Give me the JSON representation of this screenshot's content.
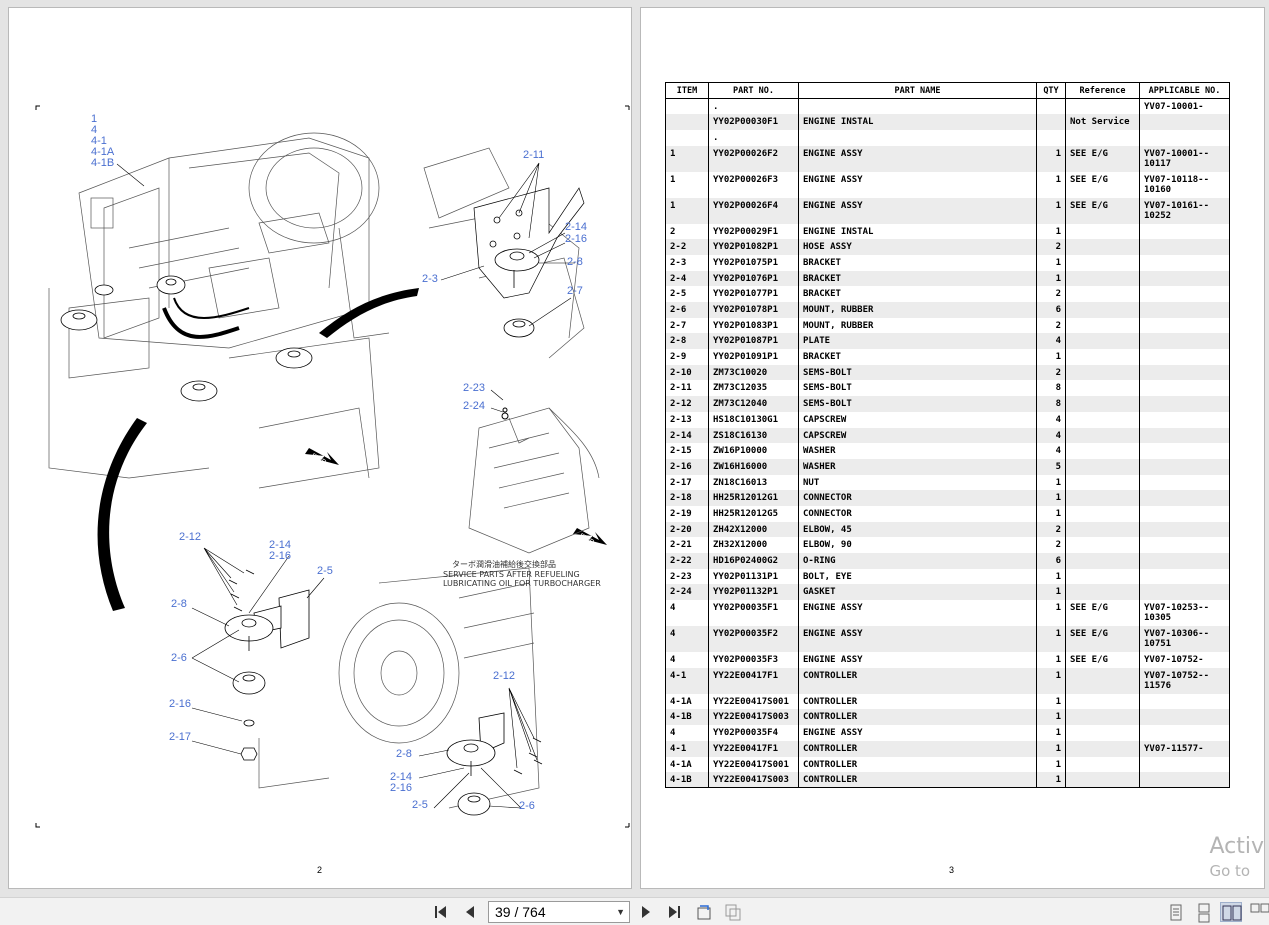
{
  "left_page": {
    "page_number": "2",
    "labels": {
      "top_group": [
        "1",
        "4",
        "4-1",
        "4-1A",
        "4-1B"
      ],
      "l_2_11": "2-11",
      "l_2_14a": "2-14",
      "l_2_16a": "2-16",
      "l_2_8a": "2-8",
      "l_2_3": "2-3",
      "l_2_7": "2-7",
      "l_2_23": "2-23",
      "l_2_24": "2-24",
      "l_2_12a": "2-12",
      "l_2_14b": "2-14",
      "l_2_16b": "2-16",
      "l_2_5a": "2-5",
      "l_2_8b": "2-8",
      "l_2_6a": "2-6",
      "l_2_16c": "2-16",
      "l_2_17": "2-17",
      "l_2_12b": "2-12",
      "l_2_8c": "2-8",
      "l_2_14c": "2-14",
      "l_2_16d": "2-16",
      "l_2_5b": "2-5",
      "l_2_6b": "2-6",
      "fwd": "FWD"
    },
    "note_jp": "ターボ潤滑油補給後交換部品",
    "note_en1": "SERVICE PARTS AFTER  REFUELING",
    "note_en2": "LUBRICATING OIL FOR TURBOCHARGER"
  },
  "right_page": {
    "page_number": "3",
    "headers": [
      "ITEM",
      "PART NO.",
      "PART NAME",
      "QTY",
      "Reference",
      "APPLICABLE NO."
    ],
    "rows": [
      [
        "",
        ".",
        "",
        "",
        "",
        "YV07-10001-"
      ],
      [
        "",
        "YY02P00030F1",
        "ENGINE INSTAL",
        "",
        "Not Service",
        ""
      ],
      [
        "",
        ".",
        "",
        "",
        "",
        ""
      ],
      [
        "1",
        "YY02P00026F2",
        "ENGINE ASSY",
        "1",
        "SEE E/G",
        "YV07-10001--\n10117"
      ],
      [
        "1",
        "YY02P00026F3",
        "ENGINE ASSY",
        "1",
        "SEE E/G",
        "YV07-10118--\n10160"
      ],
      [
        "1",
        "YY02P00026F4",
        "ENGINE ASSY",
        "1",
        "SEE E/G",
        "YV07-10161--\n10252"
      ],
      [
        "2",
        "YY02P00029F1",
        "ENGINE INSTAL",
        "1",
        "",
        ""
      ],
      [
        "2-2",
        "YY02P01082P1",
        "HOSE ASSY",
        "2",
        "",
        ""
      ],
      [
        "2-3",
        "YY02P01075P1",
        "BRACKET",
        "1",
        "",
        ""
      ],
      [
        "2-4",
        "YY02P01076P1",
        "BRACKET",
        "1",
        "",
        ""
      ],
      [
        "2-5",
        "YY02P01077P1",
        "BRACKET",
        "2",
        "",
        ""
      ],
      [
        "2-6",
        "YY02P01078P1",
        "MOUNT, RUBBER",
        "6",
        "",
        ""
      ],
      [
        "2-7",
        "YY02P01083P1",
        "MOUNT, RUBBER",
        "2",
        "",
        ""
      ],
      [
        "2-8",
        "YY02P01087P1",
        "PLATE",
        "4",
        "",
        ""
      ],
      [
        "2-9",
        "YY02P01091P1",
        "BRACKET",
        "1",
        "",
        ""
      ],
      [
        "2-10",
        "ZM73C10020",
        "SEMS-BOLT",
        "2",
        "",
        ""
      ],
      [
        "2-11",
        "ZM73C12035",
        "SEMS-BOLT",
        "8",
        "",
        ""
      ],
      [
        "2-12",
        "ZM73C12040",
        "SEMS-BOLT",
        "8",
        "",
        ""
      ],
      [
        "2-13",
        "HS18C10130G1",
        "CAPSCREW",
        "4",
        "",
        ""
      ],
      [
        "2-14",
        "ZS18C16130",
        "CAPSCREW",
        "4",
        "",
        ""
      ],
      [
        "2-15",
        "ZW16P10000",
        "WASHER",
        "4",
        "",
        ""
      ],
      [
        "2-16",
        "ZW16H16000",
        "WASHER",
        "5",
        "",
        ""
      ],
      [
        "2-17",
        "ZN18C16013",
        "NUT",
        "1",
        "",
        ""
      ],
      [
        "2-18",
        "HH25R12012G1",
        "CONNECTOR",
        "1",
        "",
        ""
      ],
      [
        "2-19",
        "HH25R12012G5",
        "CONNECTOR",
        "1",
        "",
        ""
      ],
      [
        "2-20",
        "ZH42X12000",
        "ELBOW, 45",
        "2",
        "",
        ""
      ],
      [
        "2-21",
        "ZH32X12000",
        "ELBOW, 90",
        "2",
        "",
        ""
      ],
      [
        "2-22",
        "HD16P02400G2",
        "O-RING",
        "6",
        "",
        ""
      ],
      [
        "2-23",
        "YY02P01131P1",
        "BOLT, EYE",
        "1",
        "",
        ""
      ],
      [
        "2-24",
        "YY02P01132P1",
        "GASKET",
        "1",
        "",
        ""
      ],
      [
        "4",
        "YY02P00035F1",
        "ENGINE ASSY",
        "1",
        "SEE E/G",
        "YV07-10253--\n10305"
      ],
      [
        "4",
        "YY02P00035F2",
        "ENGINE ASSY",
        "1",
        "SEE E/G",
        "YV07-10306--\n10751"
      ],
      [
        "4",
        "YY02P00035F3",
        "ENGINE ASSY",
        "1",
        "SEE E/G",
        "YV07-10752-"
      ],
      [
        "4-1",
        "YY22E00417F1",
        "CONTROLLER",
        "1",
        "",
        "YV07-10752--\n11576"
      ],
      [
        "4-1A",
        "YY22E00417S001",
        "CONTROLLER",
        "1",
        "",
        ""
      ],
      [
        "4-1B",
        "YY22E00417S003",
        "CONTROLLER",
        "1",
        "",
        ""
      ],
      [
        "4",
        "YY02P00035F4",
        "ENGINE ASSY",
        "1",
        "",
        ""
      ],
      [
        "4-1",
        "YY22E00417F1",
        "CONTROLLER",
        "1",
        "",
        "YV07-11577-"
      ],
      [
        "4-1A",
        "YY22E00417S001",
        "CONTROLLER",
        "1",
        "",
        ""
      ],
      [
        "4-1B",
        "YY22E00417S003",
        "CONTROLLER",
        "1",
        "",
        ""
      ]
    ]
  },
  "watermark": {
    "line1": "Activ",
    "line2": "Go to"
  },
  "toolbar": {
    "page_value": "39 / 764",
    "icons": [
      "first-page-icon",
      "prev-page-icon",
      "next-page-icon",
      "last-page-icon",
      "rotate-icon",
      "fit-icon",
      "single-page-view-icon",
      "continuous-view-icon",
      "two-page-view-icon",
      "two-page-continuous-view-icon"
    ]
  }
}
